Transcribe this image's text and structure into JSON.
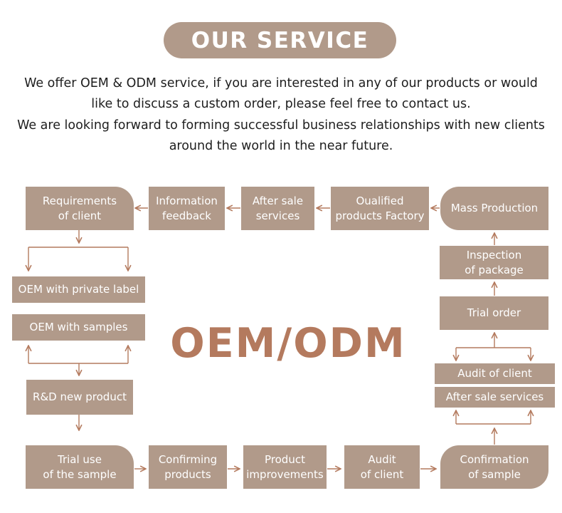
{
  "header": {
    "title": "OUR SERVICE",
    "intro_lines": [
      "We offer OEM & ODM service, if you are interested in any of our products or would",
      "like to discuss a custom order, please feel free to contact us.",
      "We are looking forward to forming successful business relationships with new clients",
      "around the world in the near future."
    ]
  },
  "center_label": "OEM/ODM",
  "steps": {
    "requirements": "Requirements\nof client",
    "information_feedback": "Information\nfeedback",
    "after_sale_top": "After sale\nservices",
    "qualified_factory": "Oualified\nproducts Factory",
    "mass_production": "Mass Production",
    "oem_private_label": "OEM with private label",
    "oem_samples": "OEM with samples",
    "rd_new_product": "R&D new product",
    "inspection": "Inspection\nof package",
    "trial_order": "Trial order",
    "audit_client_right": "Audit of client",
    "after_sale_right": "After sale services",
    "trial_use": "Trial use\nof the sample",
    "confirming_products": "Confirming\nproducts",
    "product_improvements": "Product\nimprovements",
    "audit_client_bottom": "Audit\nof client",
    "confirmation_sample": "Confirmation\nof sample"
  },
  "colors": {
    "box_fill": "#b19a8a",
    "arrow": "#b47a5e",
    "center_text": "#b47a5e"
  }
}
